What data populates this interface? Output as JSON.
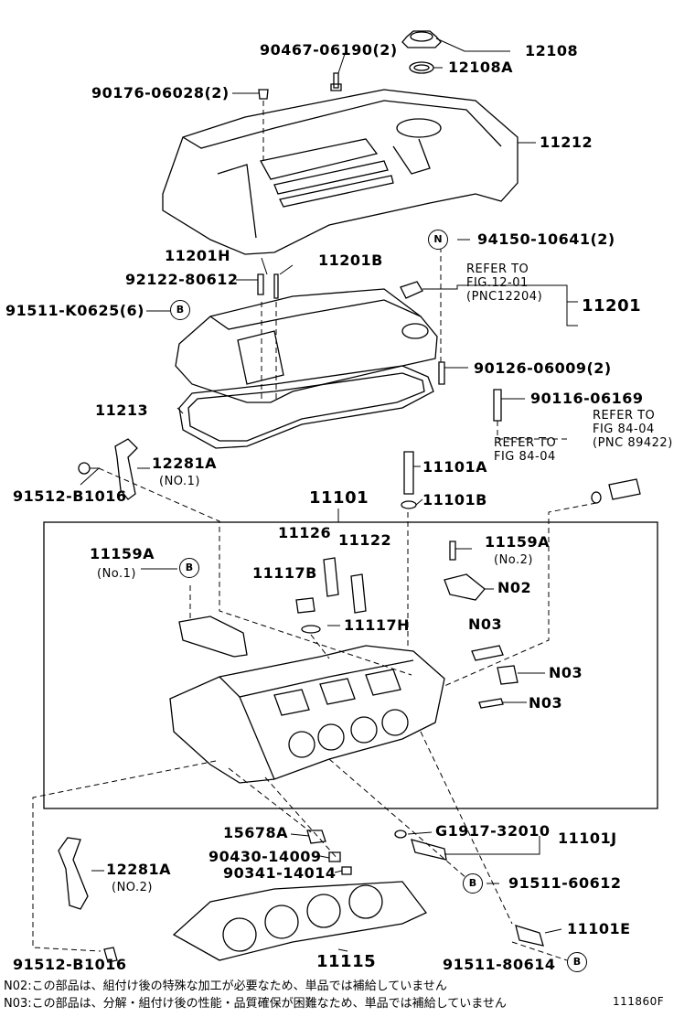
{
  "labels": {
    "p90467": "90467-06190(2)",
    "p12108": "12108",
    "p12108a": "12108A",
    "p90176": "90176-06028(2)",
    "p11212": "11212",
    "p94150": "94150-10641(2)",
    "p11201h": "11201H",
    "p11201b": "11201B",
    "p92122": "92122-80612",
    "p91511k": "91511-K0625(6)",
    "p11201": "11201",
    "p90126": "90126-06009(2)",
    "p11213": "11213",
    "p90116": "90116-06169",
    "p12281a1": "12281A",
    "p12281a1_sub": "(NO.1)",
    "p91512a": "91512-B1016",
    "p11101a": "11101A",
    "p11101": "11101",
    "p11101b": "11101B",
    "p11126": "11126",
    "p11122": "11122",
    "p11159a1": "11159A",
    "p11159a1_sub": "(No.1)",
    "p11117b": "11117B",
    "p11159a2": "11159A",
    "p11159a2_sub": "(No.2)",
    "pn02": "N02",
    "p11117h": "11117H",
    "pn03a": "N03",
    "pn03b": "N03",
    "pn03c": "N03",
    "p15678a": "15678A",
    "p90430": "90430-14009",
    "p90341": "90341-14014",
    "pg1917": "G1917-32010",
    "p11101j": "11101J",
    "p12281a2": "12281A",
    "p12281a2_sub": "(NO.2)",
    "p91511_60612": "91511-60612",
    "p11101e": "11101E",
    "p91512b": "91512-B1016",
    "p11115": "11115",
    "p91511_80614": "91511-80614",
    "fig_code": "111860F"
  },
  "refs": {
    "ref1_line1": "REFER TO",
    "ref1_line2": "FIG.12-01",
    "ref1_line3": "(PNC12204)",
    "ref2_line1": "REFER TO",
    "ref2_line2": "FIG 84-04",
    "ref2_line3": "(PNC 89422)",
    "ref3_line1": "REFER TO",
    "ref3_line2": "FIG 84-04"
  },
  "circles": {
    "n": "N",
    "b": "B"
  },
  "notes": {
    "n02": "N02:この部品は、組付け後の特殊な加工が必要なため、単品では補給していません",
    "n03": "N03:この部品は、分解・組付け後の性能・品質確保が困難なため、単品では補給していません"
  }
}
